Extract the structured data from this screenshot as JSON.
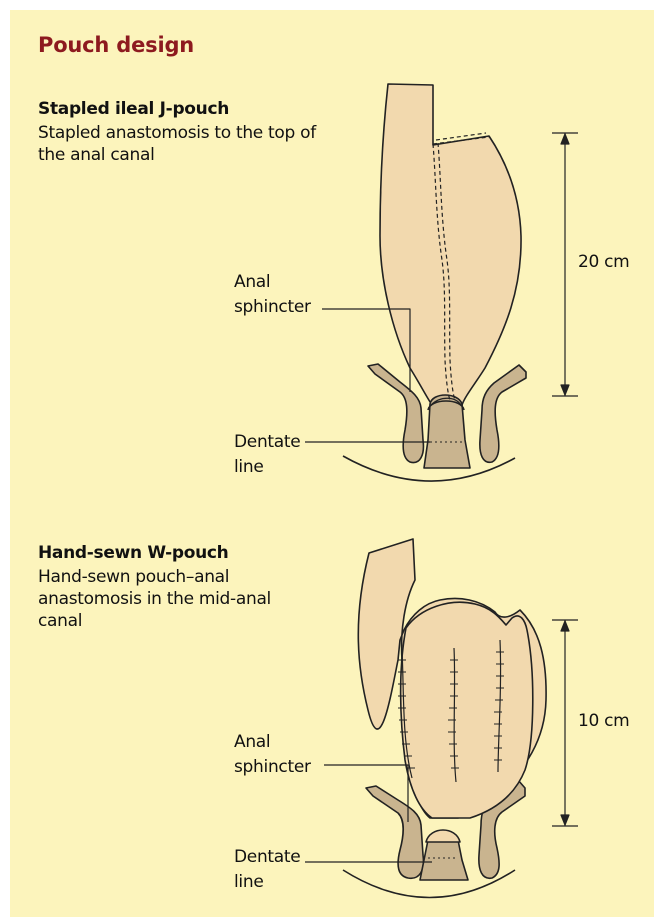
{
  "title": "Pouch design",
  "sections": [
    {
      "heading": "Stapled ileal J-pouch",
      "description": "Stapled anastomosis to the top of the anal canal",
      "label_sphincter": [
        "Anal",
        "sphincter"
      ],
      "label_dentate": [
        "Dentate",
        "line"
      ],
      "measurement": "20 cm"
    },
    {
      "heading": "Hand-sewn W-pouch",
      "description": "Hand-sewn pouch–anal anastomosis in the mid-anal canal",
      "label_sphincter": [
        "Anal",
        "sphincter"
      ],
      "label_dentate": [
        "Dentate",
        "line"
      ],
      "measurement": "10 cm"
    }
  ],
  "colors": {
    "panel_bg": "#fcf4bc",
    "title": "#8d1a1f",
    "tissue": "#f2d9ae",
    "muscle": "#c9b48f",
    "outline": "#222222"
  }
}
